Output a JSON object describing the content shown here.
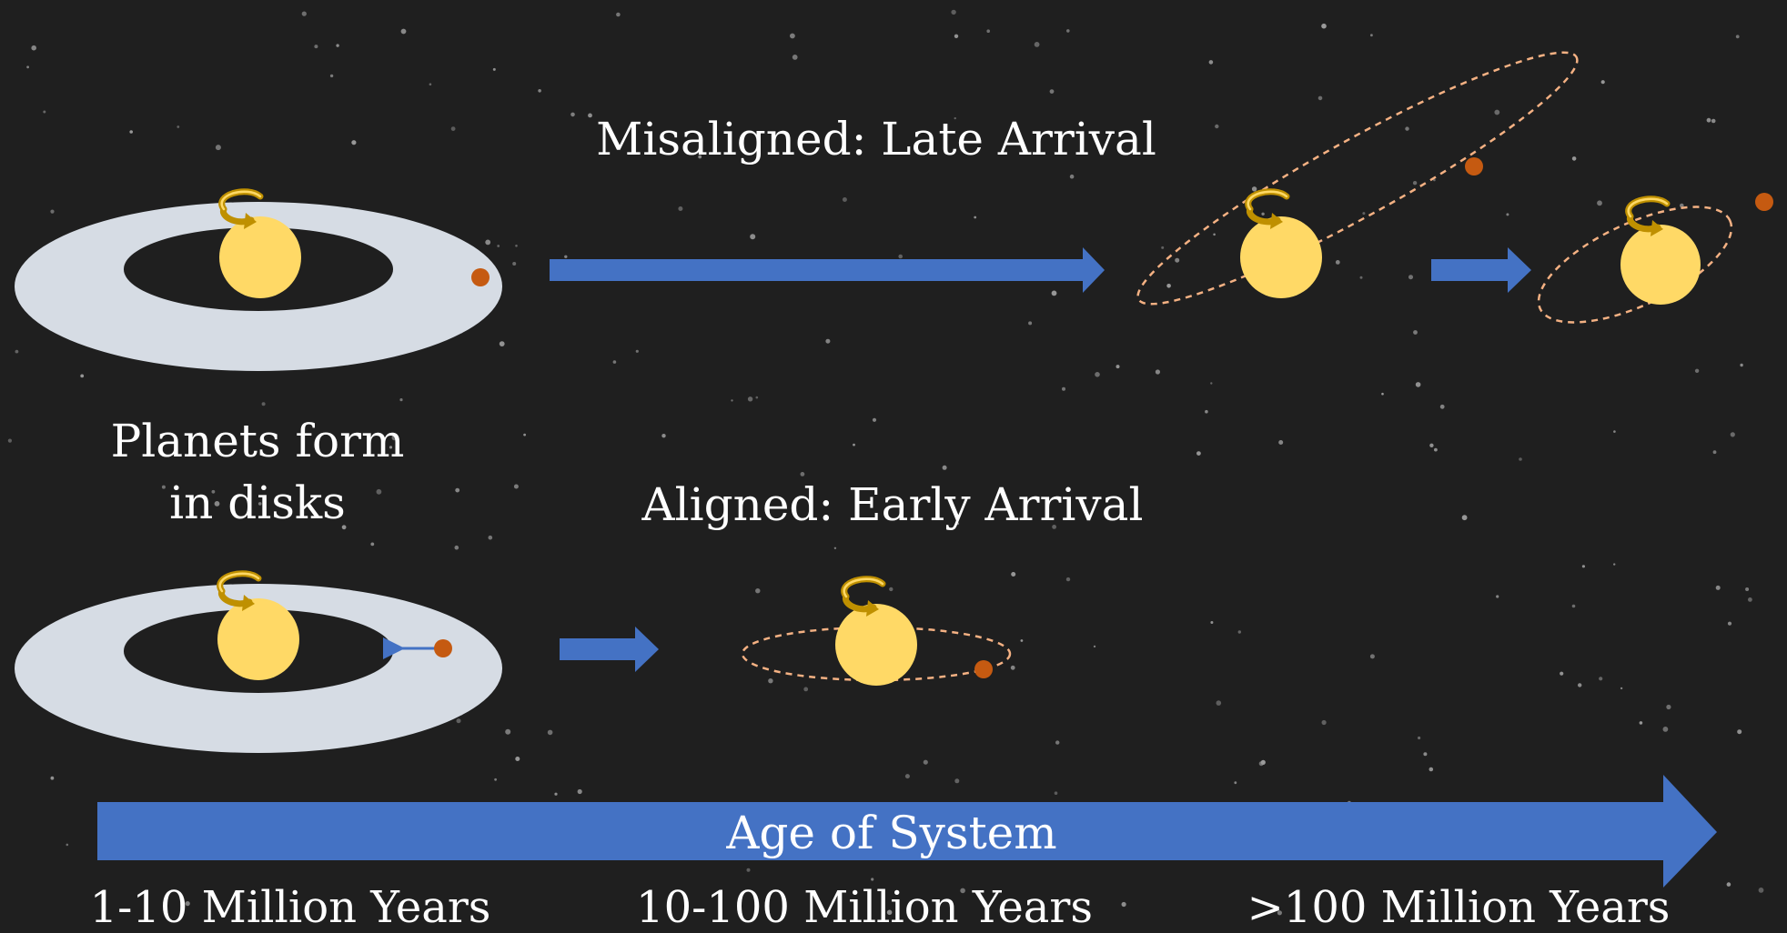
{
  "labels": {
    "misaligned": "Misaligned: Late Arrival",
    "aligned": "Aligned: Early Arrival",
    "formation_line1": "Planets form",
    "formation_line2": "in disks",
    "axis": "Age of System"
  },
  "timeline": [
    "1-10 Million Years",
    "10-100 Million Years",
    ">100 Million Years"
  ],
  "colors": {
    "background": "#1f1f1f",
    "star": "#ffd966",
    "planet": "#c55a11",
    "disk": "#d6dce4",
    "arrow": "#4472c4",
    "orbit": "#f4b183",
    "spin_arrow": "#bf9000"
  },
  "icons": [
    "star-icon",
    "planet-icon",
    "spin-arrow-icon",
    "disk-icon"
  ]
}
